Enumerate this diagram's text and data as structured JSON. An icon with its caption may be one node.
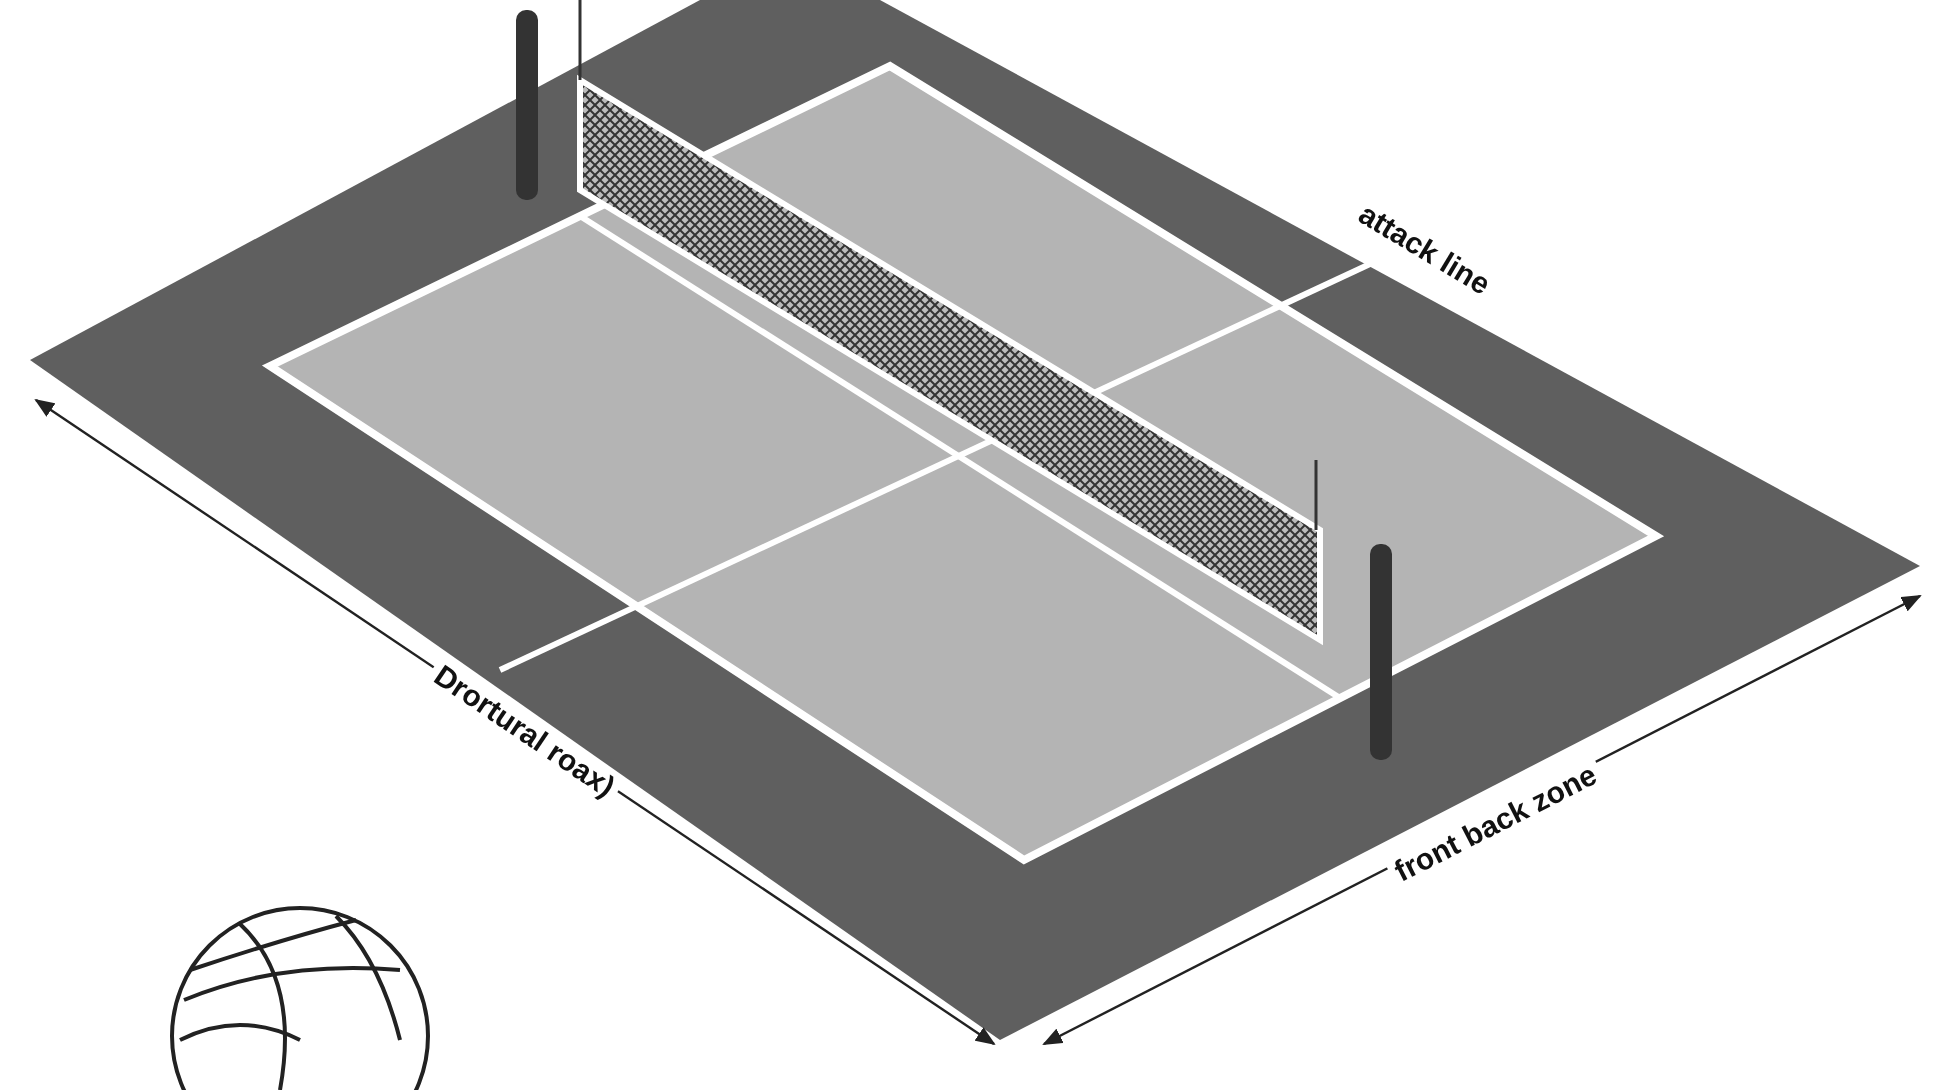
{
  "diagram": {
    "labels": [
      "attack line",
      "Drortural roax)",
      "front back zone"
    ]
  }
}
